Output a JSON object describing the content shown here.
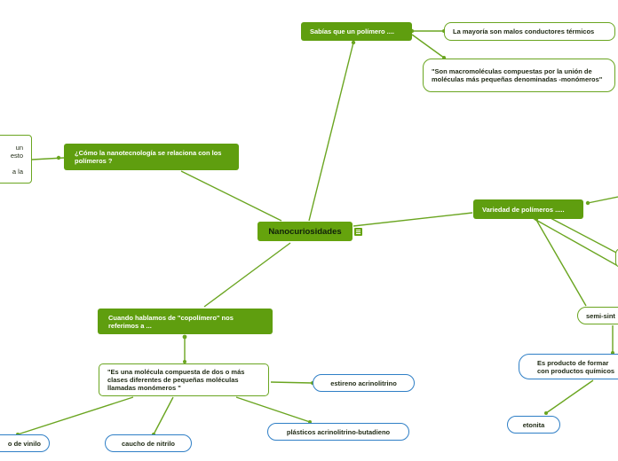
{
  "central": {
    "label": "Nanocuriosidades",
    "notes_icon": "notes-icon"
  },
  "topics": {
    "sabias": "Sabías que un polímero ....",
    "nanotec": "¿Cómo la nanotecnología se relaciona con los polímeros ?",
    "variedad": "Variedad de polímeros .....",
    "copolimero": "Cuando hablamos de \"copolímero\" nos referimos a ..."
  },
  "leaves": {
    "mayoria": "La mayoría  son malos conductores térmicos",
    "macromoleculas": "\"Son macromoléculas compuestas por la unión de moléculas más pequeñas denominadas -monómeros\"",
    "nanotec_partial": "un\nesto\n\na la",
    "molecula": "\"Es una molécula compuesta de dos o más clases diferentes de pequeñas moléculas llamadas monómeros \"",
    "estireno": "estireno acrinolitrino",
    "plasticos": "plásticos acrinolitrino-butadieno",
    "caucho": "caucho de nitrilo",
    "vinilo": "o de vinilo",
    "semi": "semi-sint",
    "producto": "Es  producto de formar con productos químicos",
    "etonita": "etonita"
  },
  "colors": {
    "topic": "#5f9e0f",
    "center": "#65a30d",
    "link": "#6aa520",
    "leaf_green_border": "#6aa520",
    "leaf_blue_border": "#2f7fc6"
  }
}
